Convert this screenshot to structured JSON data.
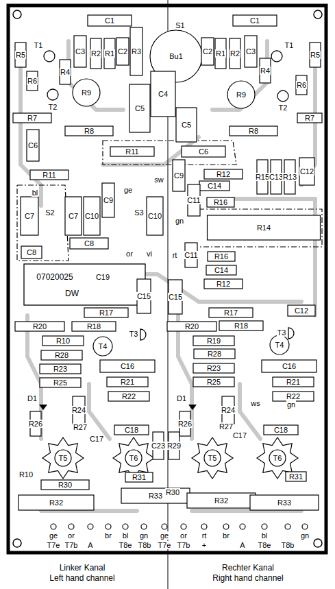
{
  "diagram": {
    "labels": [
      "C1",
      "C1",
      "S1",
      "Bu1",
      "T1",
      "T1",
      "C3",
      "R2",
      "R1",
      "C2",
      "R3",
      "C2",
      "R1",
      "R2",
      "C3",
      "R5",
      "R5",
      "R4",
      "R4",
      "R6",
      "R6",
      "T2",
      "T2",
      "R9",
      "R9",
      "C4",
      "C5",
      "C5",
      "R7",
      "R7",
      "R8",
      "R8",
      "C6",
      "R11",
      "C6",
      "R11",
      "sw",
      "C9",
      "R12",
      "R15",
      "C13",
      "R13",
      "C12",
      "bl",
      "ge",
      "C14",
      "C9",
      "C11",
      "R16",
      "C7",
      "S2",
      "C7",
      "C10",
      "S3",
      "C10",
      "gn",
      "R14",
      "C8",
      "C8",
      "or",
      "vi",
      "rt",
      "C11",
      "R16",
      "07020025",
      "C19",
      "DW",
      "C14",
      "C12",
      "R12",
      "C15",
      "C15",
      "R17",
      "R17",
      "R20",
      "R18",
      "R20",
      "R18",
      "T3",
      "T3",
      "R10",
      "T4",
      "R19",
      "T4",
      "R28",
      "R28",
      "R23",
      "C16",
      "R23",
      "C16",
      "R25",
      "R21",
      "R25",
      "R21",
      "R22",
      "R22",
      "D1",
      "D1",
      "R24",
      "R24",
      "ws",
      "gn",
      "R26",
      "R26",
      "R27",
      "R27",
      "C17",
      "C17",
      "C18",
      "C18",
      "R29",
      "C23",
      "T5",
      "T6",
      "T5",
      "T6",
      "R10",
      "R30",
      "R31",
      "R30",
      "R31",
      "R32",
      "R33",
      "R32",
      "R33",
      "ge",
      "T7e",
      "or",
      "T7b",
      "A",
      "br",
      "bl",
      "T8e",
      "gn",
      "T8b",
      "ge",
      "T7e",
      "or",
      "T7b",
      "rt",
      "+",
      "br",
      "A",
      "bl",
      "T8e",
      "gn",
      "T8b",
      "Linker Kanal",
      "Left hand channel",
      "Rechter Kanal",
      "Right hand channel"
    ]
  }
}
